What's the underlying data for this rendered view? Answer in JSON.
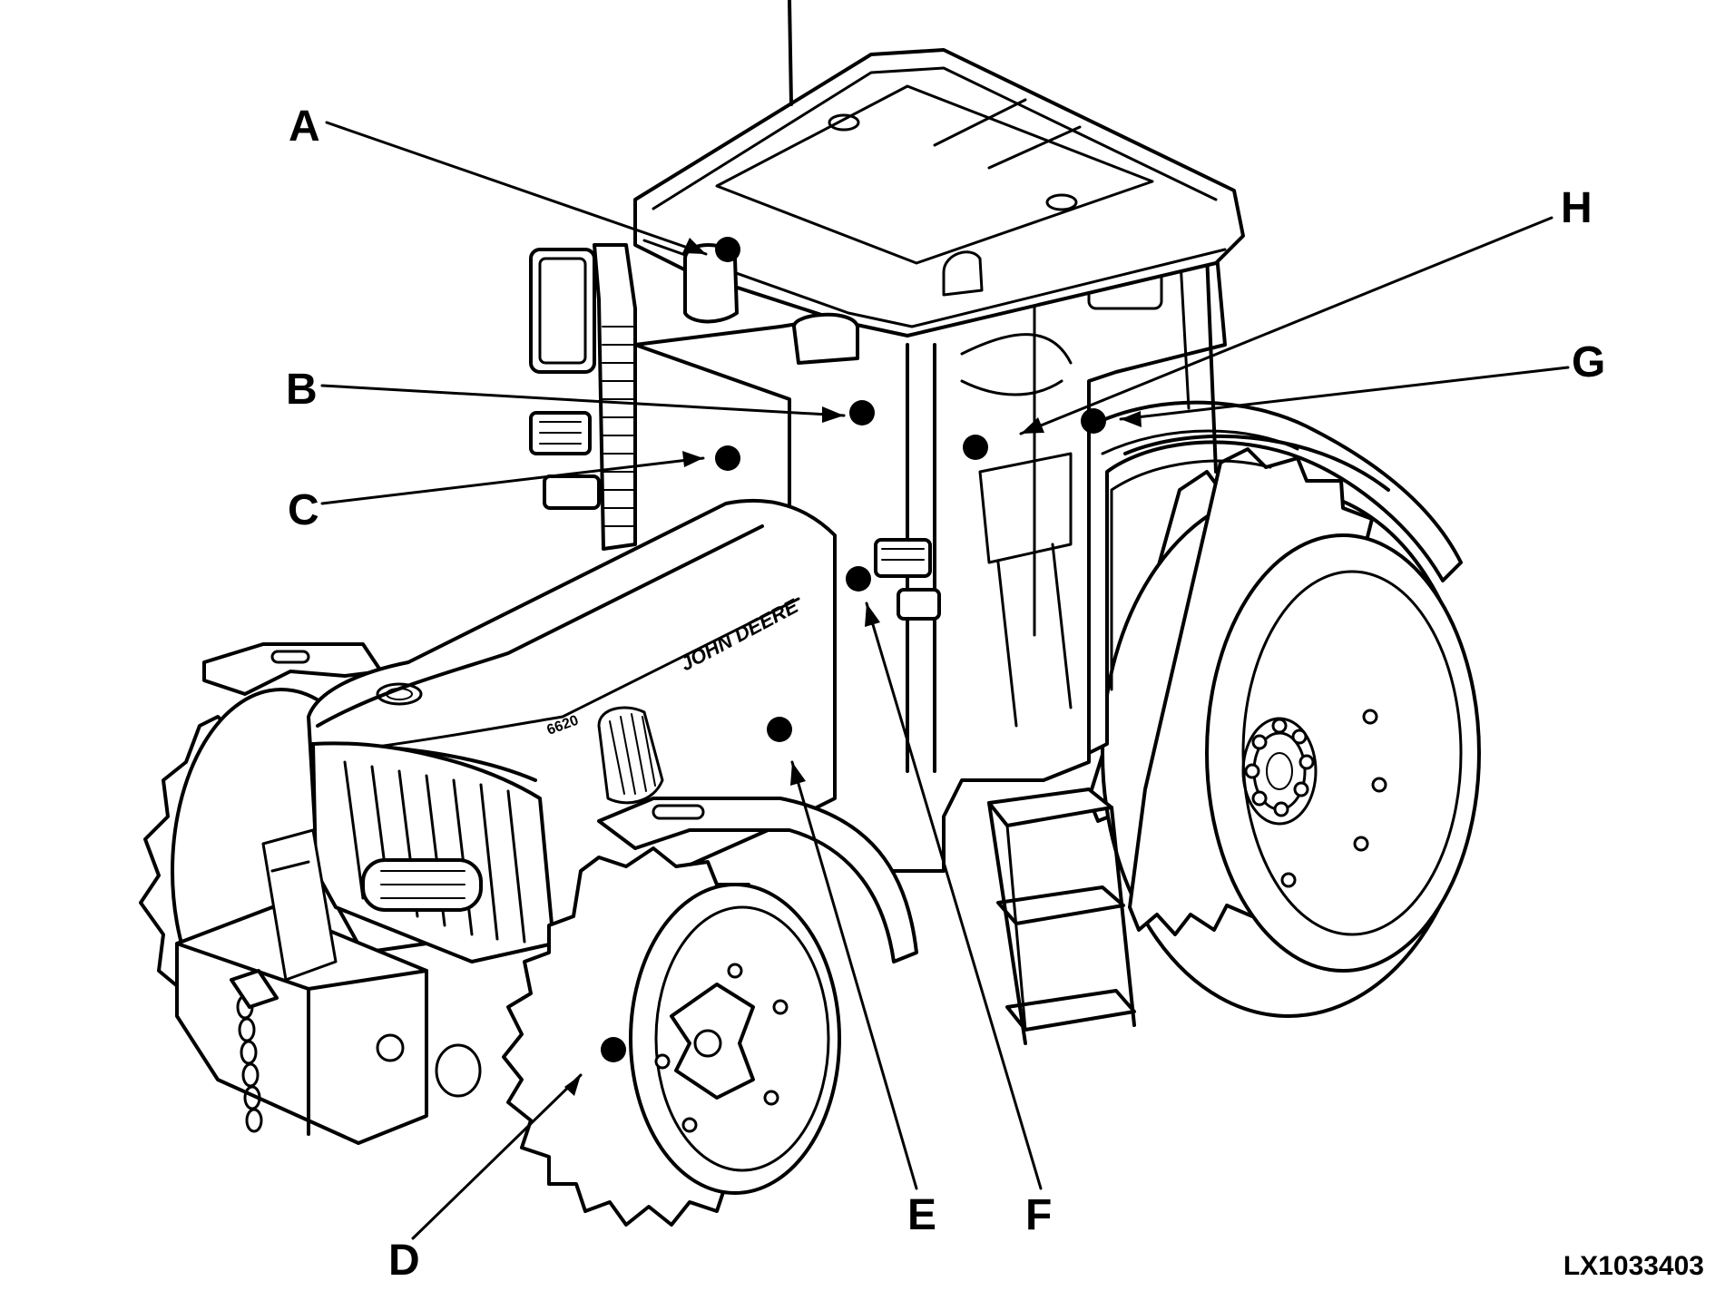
{
  "diagram": {
    "callouts": [
      {
        "id": "A",
        "label": "A"
      },
      {
        "id": "B",
        "label": "B"
      },
      {
        "id": "C",
        "label": "C"
      },
      {
        "id": "D",
        "label": "D"
      },
      {
        "id": "E",
        "label": "E"
      },
      {
        "id": "F",
        "label": "F"
      },
      {
        "id": "G",
        "label": "G"
      },
      {
        "id": "H",
        "label": "H"
      }
    ],
    "figure_id": "LX1033403",
    "hood_brand_text": "JOHN DEERE",
    "hood_model_text": "6620"
  },
  "colors": {
    "line": "#000000",
    "background": "#ffffff",
    "marker": "#000000"
  }
}
